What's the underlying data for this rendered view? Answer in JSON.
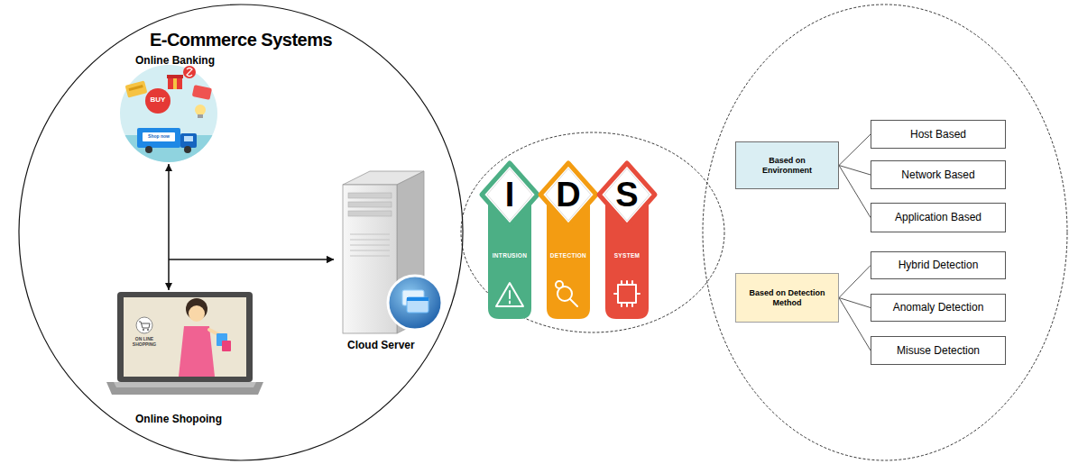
{
  "diagram": {
    "nodes": [
      {
        "text": [
          "E-Commerce Systems"
        ]
      },
      {
        "text": [
          "Online Banking"
        ],
        "in": 0
      },
      {
        "text": [
          "Online Shopoing"
        ],
        "in": 0
      },
      {
        "text": [
          "Cloud Server"
        ],
        "in": 0
      },
      {
        "text": [
          "I",
          "INTRUSION"
        ]
      },
      {
        "text": [
          "D",
          "DETECTION"
        ]
      },
      {
        "text": [
          "S",
          "SYSTEM"
        ]
      },
      {
        "text": [
          "Based on Environment"
        ]
      },
      {
        "text": [
          "Host Based"
        ]
      },
      {
        "text": [
          "Network Based"
        ]
      },
      {
        "text": [
          "Application Based"
        ]
      },
      {
        "text": [
          "Based on Detection Method"
        ]
      },
      {
        "text": [
          "Hybrid Detection"
        ]
      },
      {
        "text": [
          "Anomaly Detection"
        ]
      },
      {
        "text": [
          "Misuse Detection"
        ]
      }
    ],
    "edges": [
      {
        "from": 1,
        "to": 2,
        "arrow": "both"
      },
      {
        "from": 1,
        "to": 3,
        "arrow": "to"
      },
      {
        "from": 2,
        "to": 3,
        "arrow": "to"
      },
      {
        "from": 7,
        "to": 8,
        "arrow": "none"
      },
      {
        "from": 7,
        "to": 9,
        "arrow": "none"
      },
      {
        "from": 7,
        "to": 10,
        "arrow": "none"
      },
      {
        "from": 11,
        "to": 12,
        "arrow": "none"
      },
      {
        "from": 11,
        "to": 13,
        "arrow": "none"
      },
      {
        "from": 11,
        "to": 14,
        "arrow": "none"
      }
    ],
    "labels": [
      "BUY",
      "Shop now",
      "ON LINE SHOPPING"
    ]
  }
}
